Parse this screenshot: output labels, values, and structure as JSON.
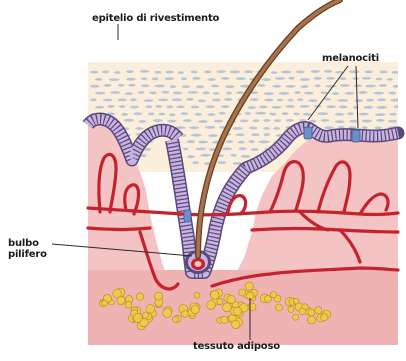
{
  "labels": {
    "epithelium": "epitelio di rivestimento",
    "melanocytes": "melanociti",
    "hair_bulb_line1": "bulbo",
    "hair_bulb_line2": "pilifero",
    "adipose": "tessuto adiposo"
  },
  "colors": {
    "epidermis": "#fbeedb",
    "epidermis_cells": "#a9bfd8",
    "dermis": "#f4c3c3",
    "dermis_deep": "#efb3b3",
    "basal_layer": "#c9b3e0",
    "basal_stroke": "#5a4a7c",
    "melanocyte": "#6d8fc9",
    "vessel": "#c4232e",
    "hair": "#8b5a3c",
    "fat": "#f0c84a",
    "fat_stroke": "#b08a20"
  }
}
